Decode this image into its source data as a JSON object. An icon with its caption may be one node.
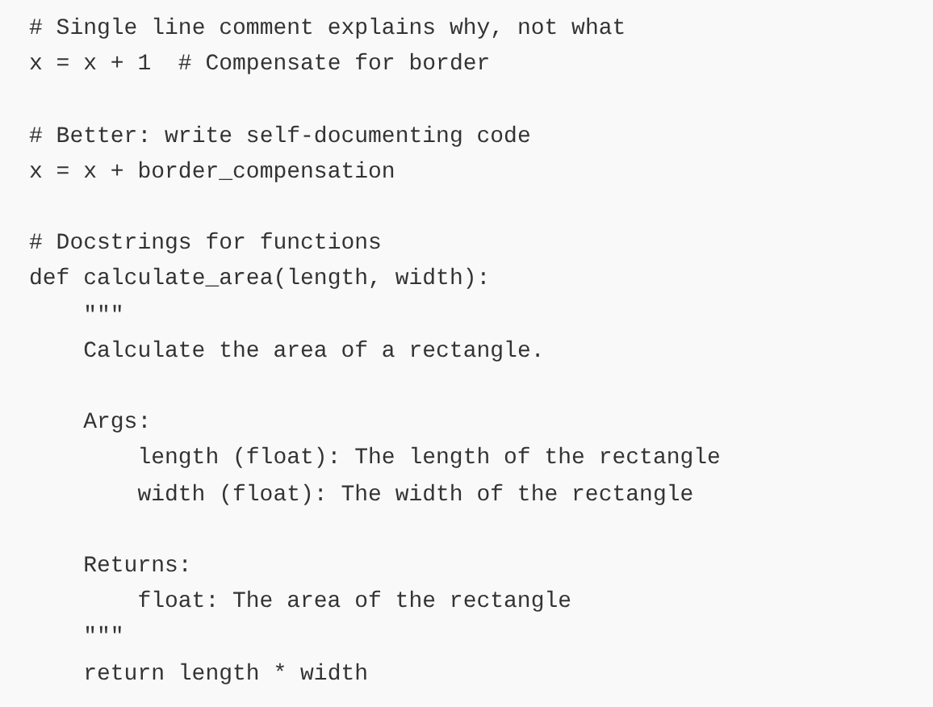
{
  "diagram": {
    "labels": [
      "# Single line comment explains why, not what",
      "x = x + 1  # Compensate for border",
      "# Better: write self-documenting code",
      "x = x + border_compensation",
      "# Docstrings for functions",
      "def calculate_area(length, width):",
      "\"\"\"",
      "Calculate the area of a rectangle.",
      "Args:",
      "length (float): The length of the rectangle",
      "width (float): The width of the rectangle",
      "Returns:",
      "float: The area of the rectangle",
      "\"\"\"",
      "return length * width"
    ]
  }
}
